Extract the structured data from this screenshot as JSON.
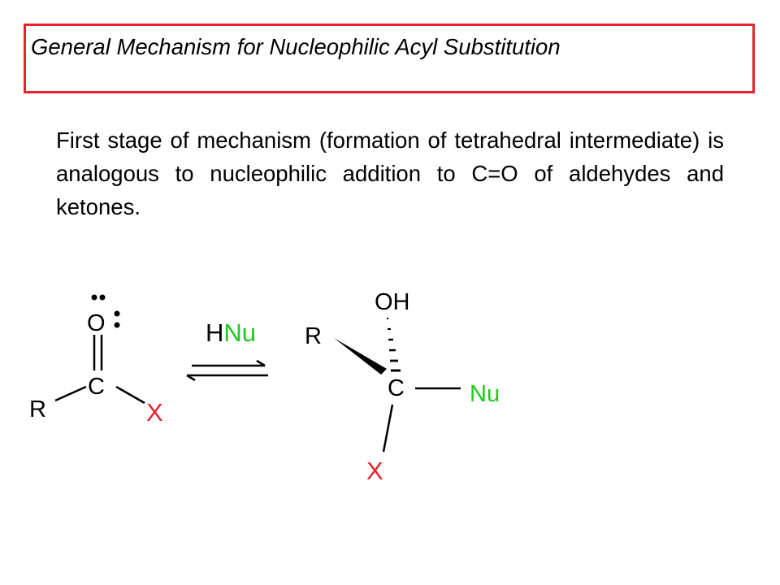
{
  "title": "General Mechanism for Nucleophilic Acyl Substitution",
  "description": "First stage of mechanism (formation of tetrahedral intermediate) is analogous to nucleophilic addition to C=O of aldehydes and ketones.",
  "colors": {
    "title_border": "#e8232b",
    "red": "#e8232b",
    "green": "#1fc81f",
    "black": "#000000"
  },
  "reactant": {
    "oxygen": "O",
    "carbon": "C",
    "r_group": "R",
    "leaving_group": "X"
  },
  "reagent": {
    "h": "H",
    "nu": "Nu"
  },
  "product": {
    "hydroxyl": "OH",
    "carbon": "C",
    "r_group": "R",
    "nucleophile": "Nu",
    "leaving_group": "X"
  }
}
